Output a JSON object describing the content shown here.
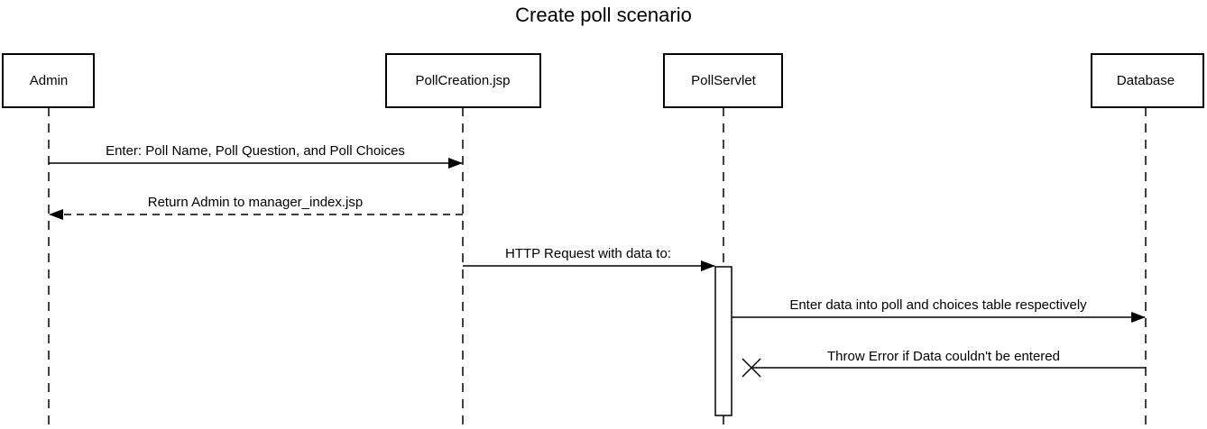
{
  "title": "Create poll scenario",
  "participants": [
    {
      "id": "admin",
      "label": "Admin"
    },
    {
      "id": "pollcreation",
      "label": "PollCreation.jsp"
    },
    {
      "id": "pollservlet",
      "label": "PollServlet"
    },
    {
      "id": "database",
      "label": "Database"
    }
  ],
  "messages": [
    {
      "from": "admin",
      "to": "pollcreation",
      "label": "Enter: Poll Name, Poll Question, and Poll Choices",
      "style": "solid"
    },
    {
      "from": "pollcreation",
      "to": "admin",
      "label": "Return Admin to manager_index.jsp",
      "style": "dashed"
    },
    {
      "from": "pollcreation",
      "to": "pollservlet",
      "label": "HTTP Request with data to:",
      "style": "solid"
    },
    {
      "from": "pollservlet",
      "to": "database",
      "label": "Enter data into poll and choices table respectively",
      "style": "solid"
    },
    {
      "from": "database",
      "to": "pollservlet",
      "label": "Throw Error if Data couldn't be entered",
      "style": "lost"
    }
  ],
  "colors": {
    "stroke": "#000000",
    "box_fill": "#ffffff"
  }
}
